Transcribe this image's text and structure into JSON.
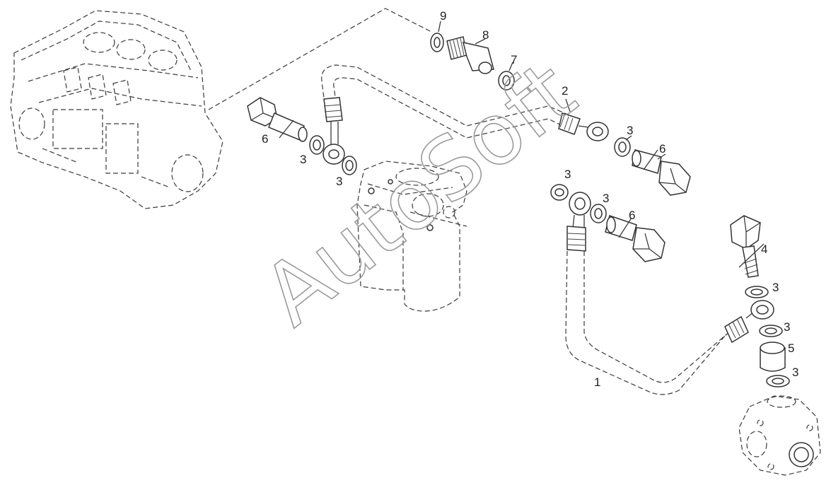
{
  "diagram": {
    "callouts": [
      {
        "id": "c9",
        "label": "9"
      },
      {
        "id": "c8",
        "label": "8"
      },
      {
        "id": "c7",
        "label": "7"
      },
      {
        "id": "c2",
        "label": "2"
      },
      {
        "id": "c6a",
        "label": "6"
      },
      {
        "id": "c3a",
        "label": "3"
      },
      {
        "id": "c3b",
        "label": "3"
      },
      {
        "id": "c3c",
        "label": "3"
      },
      {
        "id": "c6b",
        "label": "6"
      },
      {
        "id": "c3d",
        "label": "3"
      },
      {
        "id": "c3e",
        "label": "3"
      },
      {
        "id": "c6c",
        "label": "6"
      },
      {
        "id": "c4",
        "label": "4"
      },
      {
        "id": "c3f",
        "label": "3"
      },
      {
        "id": "c3g",
        "label": "3"
      },
      {
        "id": "c5",
        "label": "5"
      },
      {
        "id": "c3h",
        "label": "3"
      },
      {
        "id": "c1",
        "label": "1"
      }
    ],
    "watermark": "AutoSoft"
  }
}
